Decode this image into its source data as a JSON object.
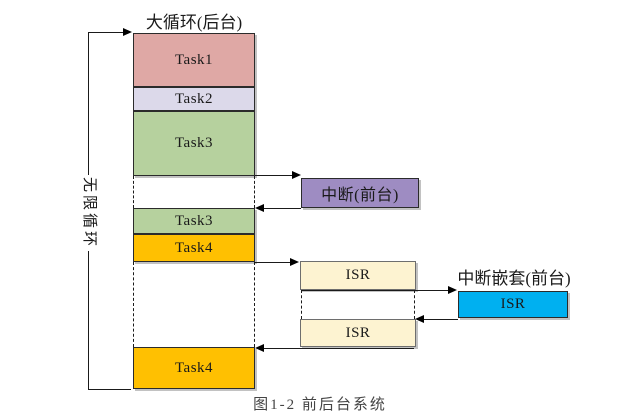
{
  "diagram": {
    "kind": "foreground-background scheduling diagram",
    "main_column": {
      "title": "大循环(后台)",
      "segments": [
        {
          "label": "Task1"
        },
        {
          "label": "Task2"
        },
        {
          "label": "Task3"
        },
        {
          "label": "Task3"
        },
        {
          "label": "Task4"
        },
        {
          "label": "Task4"
        }
      ]
    },
    "loop_label": "无限循环",
    "foreground": {
      "interrupt_box": "中断(前台)",
      "isr_top": "ISR",
      "isr_bottom": "ISR",
      "nested_title": "中断嵌套(前台)",
      "nested_isr": "ISR"
    },
    "caption_partial": "图1-2 前后台系统"
  },
  "colors": {
    "task1": "#dfa8a5",
    "task2": "#dcd9ea",
    "task3": "#b6d19e",
    "task4": "#ffc001",
    "interrupt": "#9e8cc2",
    "isr": "#fdf3d1",
    "isr_nested": "#00b0f0",
    "line": "#1a1a1a"
  }
}
